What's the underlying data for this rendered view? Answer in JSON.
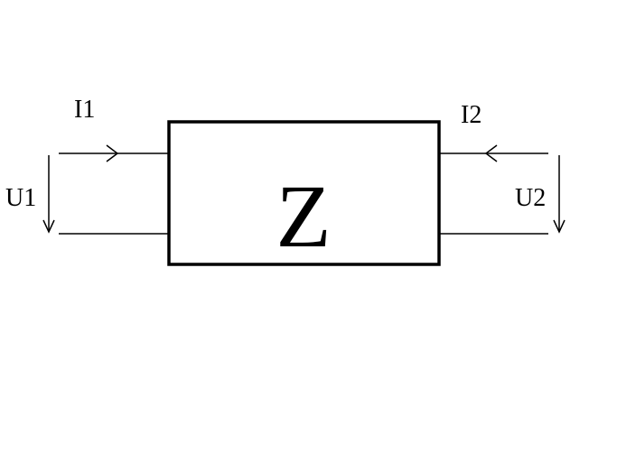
{
  "diagram": {
    "block_label": "Z",
    "port1": {
      "current_label": "I1",
      "voltage_label": "U1"
    },
    "port2": {
      "current_label": "I2",
      "voltage_label": "U2"
    },
    "colors": {
      "stroke": "#000000",
      "background": "#ffffff"
    }
  }
}
